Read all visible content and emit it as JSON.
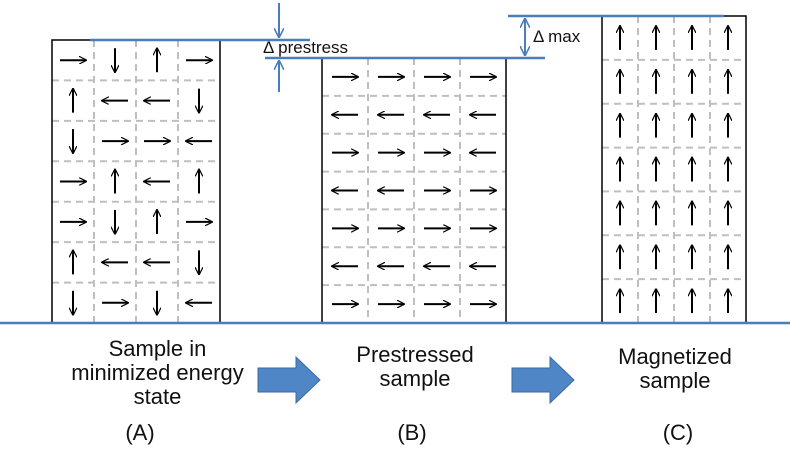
{
  "colors": {
    "accent_blue": "#4a7ebb",
    "flow_arrow_fill": "#4f86c6",
    "grid_dash": "#bfbfbf",
    "outline": "#000000"
  },
  "annotations": {
    "prestress_label": "Δ prestress",
    "max_label": "Δ max"
  },
  "panels": [
    {
      "id": "A",
      "caption_lines": [
        "Sample in",
        "minimized energy",
        "state"
      ],
      "letter": "(A)",
      "rows": [
        [
          "right",
          "down",
          "up",
          "right"
        ],
        [
          "up",
          "left",
          "left",
          "down"
        ],
        [
          "down",
          "right",
          "right",
          "left"
        ],
        [
          "right",
          "up",
          "left",
          "up"
        ],
        [
          "right",
          "down",
          "up",
          "right"
        ],
        [
          "up",
          "left",
          "left",
          "down"
        ],
        [
          "down",
          "right",
          "down",
          "left"
        ]
      ]
    },
    {
      "id": "B",
      "caption_lines": [
        "Prestressed",
        "sample"
      ],
      "letter": "(B)",
      "rows": [
        [
          "right",
          "right",
          "right",
          "right"
        ],
        [
          "left",
          "left",
          "left",
          "left"
        ],
        [
          "right",
          "right",
          "right",
          "left"
        ],
        [
          "left",
          "left",
          "right",
          "right"
        ],
        [
          "right",
          "right",
          "right",
          "right"
        ],
        [
          "left",
          "left",
          "left",
          "left"
        ],
        [
          "right",
          "right",
          "right",
          "right"
        ]
      ]
    },
    {
      "id": "C",
      "caption_lines": [
        "Magnetized",
        "sample"
      ],
      "letter": "(C)",
      "rows": [
        [
          "up",
          "up",
          "up",
          "up"
        ],
        [
          "up",
          "up",
          "up",
          "up"
        ],
        [
          "up",
          "up",
          "up",
          "up"
        ],
        [
          "up",
          "up",
          "up",
          "up"
        ],
        [
          "up",
          "up",
          "up",
          "up"
        ],
        [
          "up",
          "up",
          "up",
          "up"
        ],
        [
          "up",
          "up",
          "up",
          "up"
        ]
      ]
    }
  ]
}
